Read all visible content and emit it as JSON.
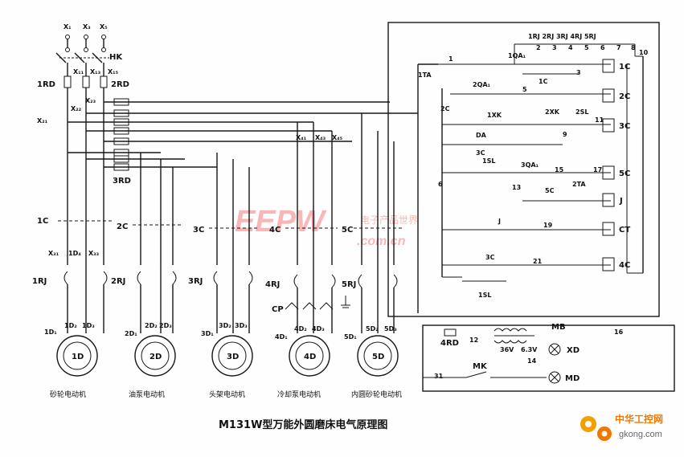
{
  "title": "M131W型万能外圆磨床电气原理图",
  "supply": [
    "X₁",
    "X₃",
    "X₅",
    "HK",
    "X₁₁",
    "X₁₃",
    "X₁₅",
    "X₂₁",
    "X₂₃",
    "X₂₂"
  ],
  "fuses": [
    "1RD",
    "2RD",
    "3RD",
    "4RD"
  ],
  "motors": [
    {
      "id": "1D",
      "contactor": "1C",
      "relay": "1RJ",
      "terms": [
        "X₃₁",
        "1D₄",
        "X₃₃"
      ],
      "bottom": [
        "1D₁",
        "1D₂",
        "1D₃"
      ],
      "caption": "砂轮电动机"
    },
    {
      "id": "2D",
      "contactor": "2C",
      "relay": "2RJ",
      "terms": [
        "",
        "",
        ""
      ],
      "bottom": [
        "2D₁",
        "2D₂",
        "2D₃"
      ],
      "caption": "油泵电动机"
    },
    {
      "id": "3D",
      "contactor": "3C",
      "relay": "3RJ",
      "terms": [
        "",
        "",
        ""
      ],
      "bottom": [
        "3D₁",
        "3D₂",
        "3D₃"
      ],
      "caption": "头架电动机"
    },
    {
      "id": "4D",
      "contactor": "4C",
      "relay": "4RJ",
      "terms": [
        "X₄₁",
        "X₄₃",
        "X₄₅"
      ],
      "bottom": [
        "4D₁",
        "4D₂",
        "4D₃"
      ],
      "caption": "冷却泵电动机"
    },
    {
      "id": "5D",
      "contactor": "5C",
      "relay": "5RJ",
      "terms": [
        "",
        "",
        ""
      ],
      "bottom": [
        "5D₁",
        "5D₂",
        "5D₃"
      ],
      "caption": "内圆砂轮电动机"
    }
  ],
  "cp_label": "CP",
  "control": {
    "relays_top": "1RJ 2RJ 3RJ 4RJ 5RJ",
    "relay_nodes": [
      "2",
      "3",
      "4",
      "5",
      "6",
      "7",
      "8"
    ],
    "node_10": "10",
    "rows": [
      {
        "left": "1TA",
        "node": "1",
        "sw": "1QA₁",
        "node2": "3",
        "coil": "1C",
        "aux": "1C"
      },
      {
        "sw": "2QA₁",
        "node": "5",
        "coil": "2C"
      },
      {
        "left": "2C",
        "sw": "1XK",
        "sw2": "2XK",
        "sw3": "2SL",
        "node": "11",
        "node2": "9",
        "coil": "3C"
      },
      {
        "sw": "DA",
        "aux": "3C"
      },
      {
        "sw": "3QA₁",
        "node": "15",
        "node2": "17",
        "aux": "1SL",
        "coil": "5C"
      },
      {
        "node": "13",
        "aux": "5C",
        "sw": "2TA",
        "coil": "J"
      },
      {
        "sw": "J",
        "node": "19",
        "coil": "CT"
      },
      {
        "aux": "3C",
        "node": "21",
        "sw": "1SL",
        "coil": "4C"
      }
    ],
    "node_6": "6",
    "transformer": "MB",
    "volt_36": "36V",
    "volt_63": "6.3V",
    "node_12": "12",
    "node_14": "14",
    "node_16": "16",
    "node_31": "31",
    "lamp_xd": "XD",
    "lamp_md": "MD",
    "switch_mk": "MK",
    "fuse_4rd": "4RD"
  },
  "watermark": {
    "brand": "EEPW",
    "url": ".com.cn",
    "cn": "电子产品世界"
  },
  "badge": {
    "cn": "中华工控网",
    "url": "gkong.com"
  },
  "colors": {
    "line": "#161616",
    "bg": "#fefefe",
    "watermark": "#e33",
    "badge": "#f07800"
  }
}
